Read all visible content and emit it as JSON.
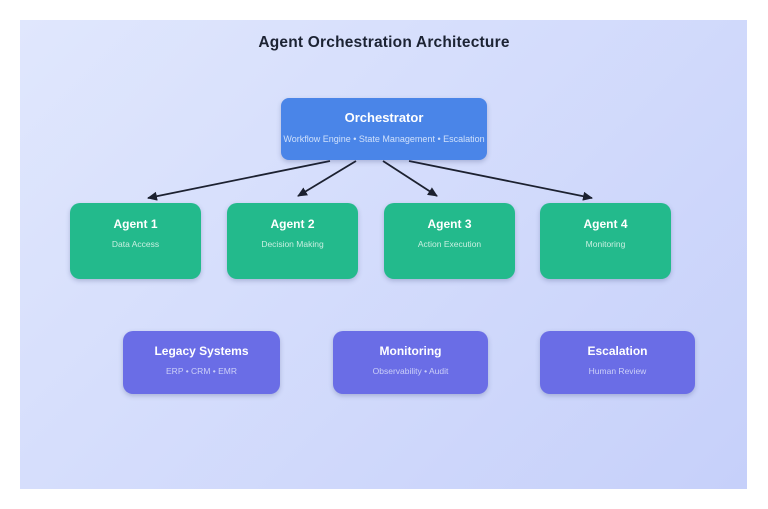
{
  "title": "Agent Orchestration Architecture",
  "orchestrator": {
    "title": "Orchestrator",
    "subtitle": "Workflow Engine • State Management • Escalation"
  },
  "agents": [
    {
      "title": "Agent 1",
      "subtitle": "Data Access"
    },
    {
      "title": "Agent 2",
      "subtitle": "Decision Making"
    },
    {
      "title": "Agent 3",
      "subtitle": "Action Execution"
    },
    {
      "title": "Agent 4",
      "subtitle": "Monitoring"
    }
  ],
  "systems": [
    {
      "title": "Legacy Systems",
      "subtitle": "ERP • CRM • EMR"
    },
    {
      "title": "Monitoring",
      "subtitle": "Observability • Audit"
    },
    {
      "title": "Escalation",
      "subtitle": "Human Review"
    }
  ],
  "edges": [
    {
      "from": "Orchestrator",
      "to": "Agent 1"
    },
    {
      "from": "Orchestrator",
      "to": "Agent 2"
    },
    {
      "from": "Orchestrator",
      "to": "Agent 3"
    },
    {
      "from": "Orchestrator",
      "to": "Agent 4"
    }
  ],
  "colors": {
    "orchestrator": "#4a85e8",
    "agent": "#23ba8c",
    "system": "#6a6de6",
    "arrow": "#1c2130",
    "title_text": "#1c2333",
    "background_light": "#e0e7fd",
    "background_dark": "#c6d0fa"
  }
}
